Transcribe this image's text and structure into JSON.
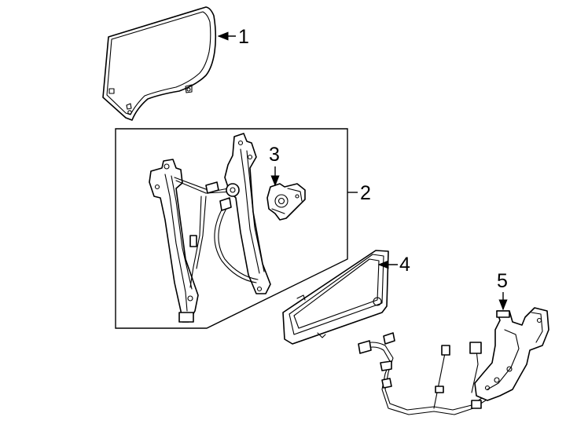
{
  "callouts": [
    {
      "id": "1"
    },
    {
      "id": "2"
    },
    {
      "id": "3"
    },
    {
      "id": "4"
    },
    {
      "id": "5"
    }
  ]
}
